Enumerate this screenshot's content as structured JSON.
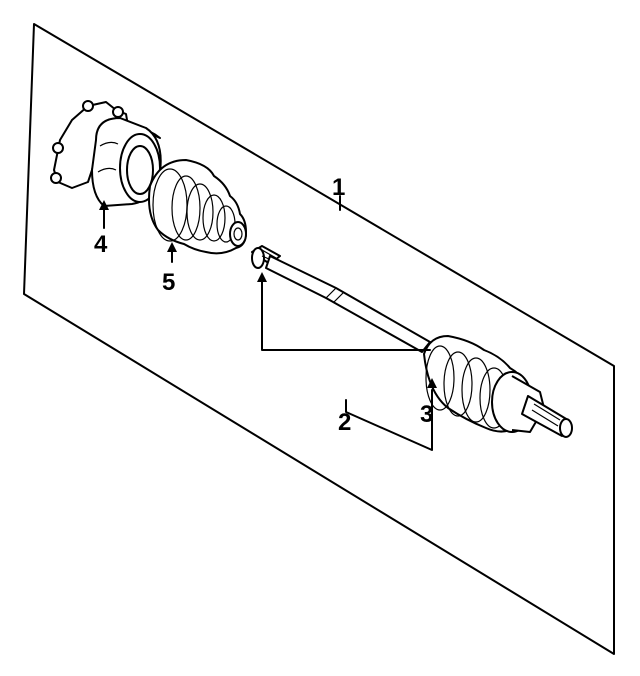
{
  "callouts": {
    "c1": "1",
    "c2": "2",
    "c3": "3",
    "c4": "4",
    "c5": "5"
  },
  "colors": {
    "ink": "#000000",
    "background": "#ffffff"
  }
}
